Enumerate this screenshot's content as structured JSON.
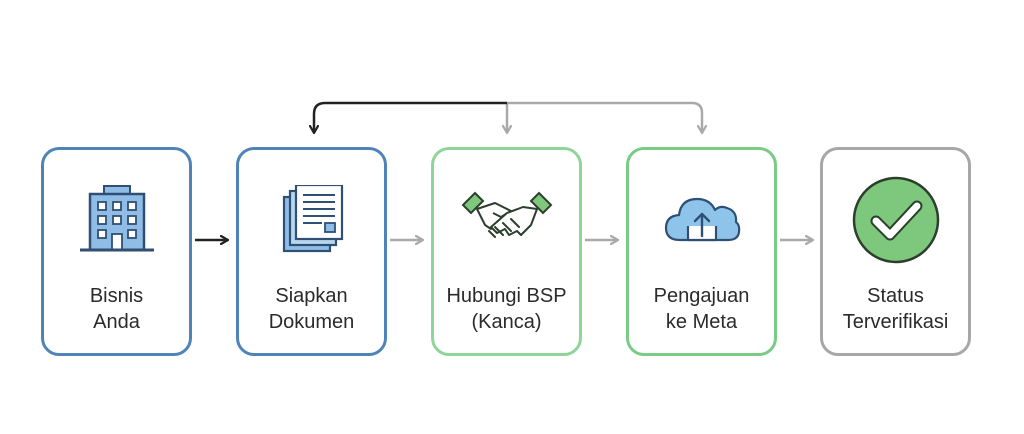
{
  "steps": [
    {
      "id": "bisnis",
      "icon": "building-icon",
      "line1": "Bisnis",
      "line2": "Anda",
      "border_color": "#4f84b9"
    },
    {
      "id": "dokumen",
      "icon": "documents-icon",
      "line1": "Siapkan",
      "line2": "Dokumen",
      "border_color": "#4f84b9"
    },
    {
      "id": "bsp",
      "icon": "handshake-icon",
      "line1": "Hubungi BSP",
      "line2": "(Kanca)",
      "border_color": "#8fd59a"
    },
    {
      "id": "meta",
      "icon": "cloud-upload-icon",
      "line1": "Pengajuan",
      "line2": "ke Meta",
      "border_color": "#7acb86"
    },
    {
      "id": "status",
      "icon": "check-circle-icon",
      "line1": "Status",
      "line2": "Terverifikasi",
      "border_color": "#a7a7a7"
    }
  ],
  "colors": {
    "blue": "#4f84b9",
    "icon_fill": "#8fbde6",
    "green": "#7ec87e",
    "arrow_dark": "#222222",
    "arrow_gray": "#a9a9a9"
  }
}
